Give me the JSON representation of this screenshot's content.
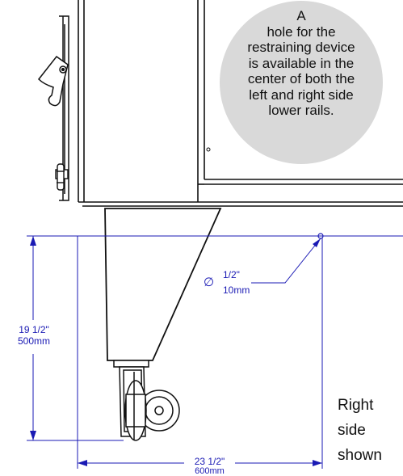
{
  "callout": {
    "lines": [
      "A",
      "hole for the",
      "restraining device",
      "is available in the",
      "center of both the",
      "left and right side",
      "lower rails."
    ]
  },
  "dimensions": {
    "diameter_symbol": "∅",
    "hole_inch": "1/2\"",
    "hole_mm": "10mm",
    "height_inch": "19 1/2\"",
    "height_mm": "500mm",
    "width_inch": "23 1/2\"",
    "width_mm": "600mm"
  },
  "note": {
    "lines": [
      "Right",
      "side",
      "shown"
    ]
  },
  "colors": {
    "dimension_line": "#1a1ab4",
    "callout_fill": "#d9d9d9",
    "outline": "#111111"
  }
}
